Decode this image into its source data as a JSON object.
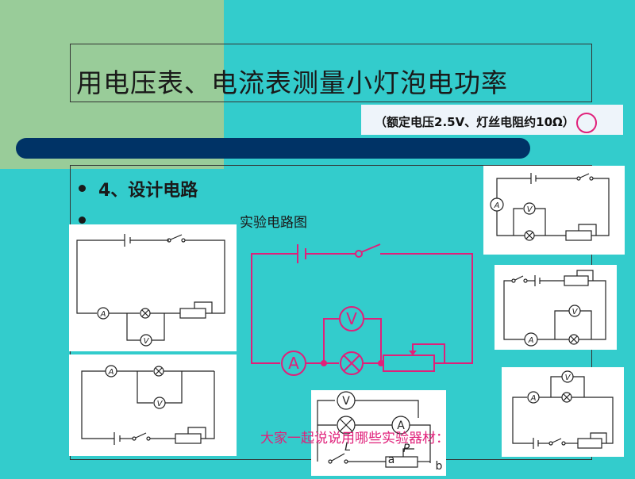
{
  "title": "用电压表、电流表测量小灯泡电功率",
  "subtitle": "（额定电压2.5V、灯丝电阻约10Ω）",
  "bullets": {
    "heading": "4、设计电路",
    "diagram_label": "实验电路图"
  },
  "bottom_caption": "大家一起说说用哪些实验器材：",
  "meter_labels": {
    "ammeter": "A",
    "voltmeter": "V"
  },
  "bottom_circuit_labels": {
    "lamp": "L",
    "slider": "P",
    "end_a": "a",
    "end_b": "b"
  },
  "colors": {
    "background": "#33cccc",
    "green_block": "#99cc99",
    "bar": "#003366",
    "accent": "#e0207a"
  }
}
